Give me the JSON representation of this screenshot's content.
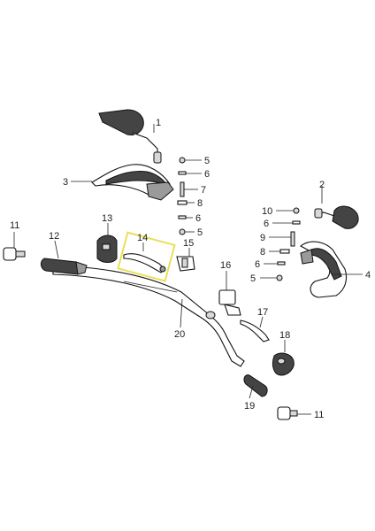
{
  "diagram": {
    "callouts": [
      "1",
      "2",
      "3",
      "4",
      "5",
      "5",
      "5",
      "6",
      "6",
      "6",
      "6",
      "7",
      "8",
      "8",
      "9",
      "10",
      "11",
      "11",
      "12",
      "13",
      "14",
      "15",
      "16",
      "17",
      "18",
      "19",
      "20"
    ],
    "highlight_part": "14",
    "colors": {
      "highlight": "#e8e05a",
      "line": "#111111",
      "text": "#222222"
    }
  }
}
